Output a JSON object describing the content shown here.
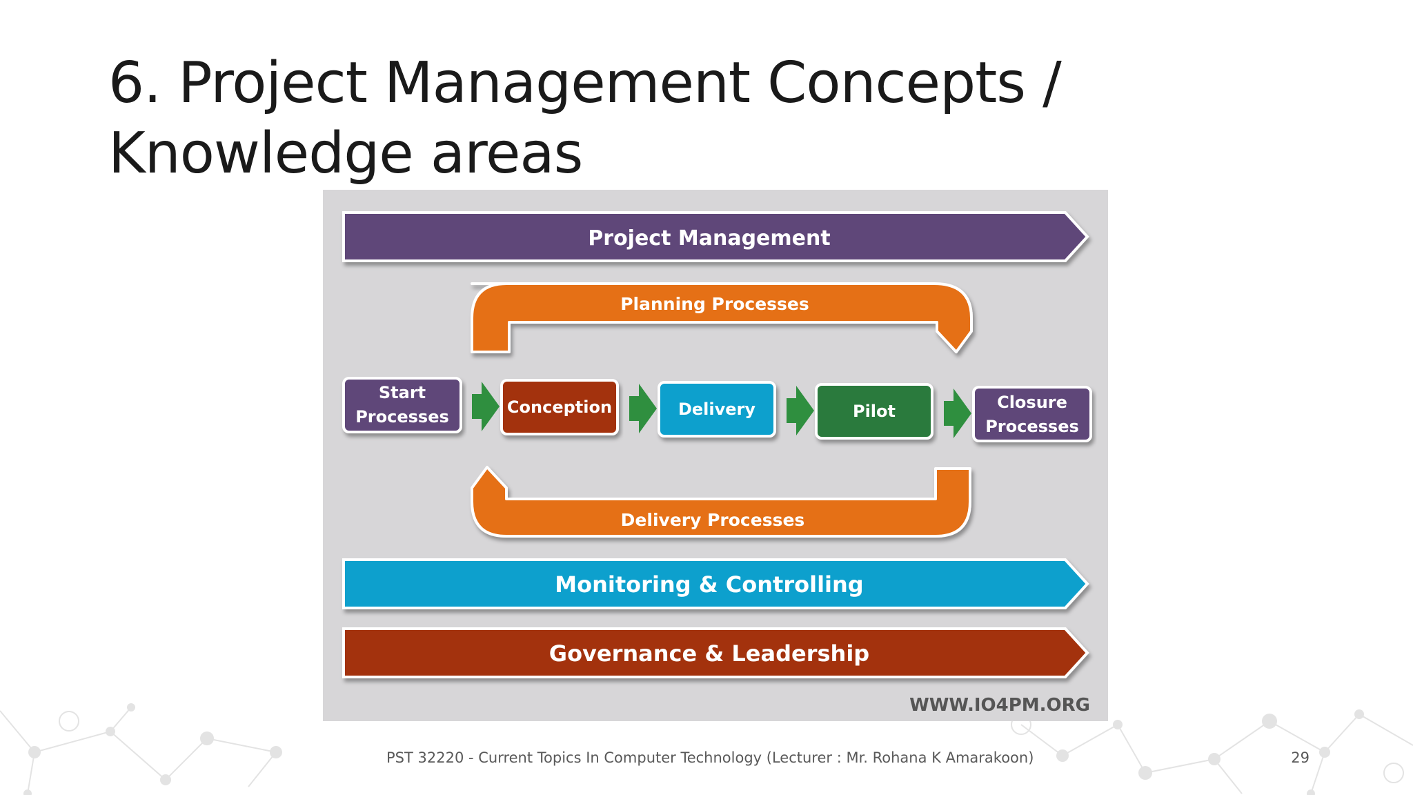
{
  "slide": {
    "title_line1": "6. Project Management Concepts /",
    "title_line2": "Knowledge areas"
  },
  "diagram": {
    "top_band": "Project Management",
    "planning_loop": "Planning Processes",
    "delivery_loop": "Delivery Processes",
    "process_steps": [
      {
        "line1": "Start",
        "line2": "Processes",
        "color": "#5e4679"
      },
      {
        "line1": "Conception",
        "line2": "",
        "color": "#a3330f"
      },
      {
        "line1": "Delivery",
        "line2": "",
        "color": "#0aa0cd"
      },
      {
        "line1": "Pilot",
        "line2": "",
        "color": "#2b7a3c"
      },
      {
        "line1": "Closure",
        "line2": "Processes",
        "color": "#5e4679"
      }
    ],
    "bottom_bands": [
      "Monitoring & Controlling",
      "Governance & Leadership"
    ],
    "watermark": "WWW.IO4PM.ORG",
    "colors": {
      "purple": "#5e4679",
      "orange": "#e56f13",
      "blue": "#0aa0cd",
      "rust": "#a3330f",
      "green": "#2b7a3c",
      "connector_green": "#2f8f3f",
      "panel": "#d7d6d8"
    }
  },
  "footer": {
    "course": "PST 32220 - Current Topics In Computer Technology (Lecturer : Mr. Rohana K Amarakoon)",
    "page_number": "29"
  }
}
